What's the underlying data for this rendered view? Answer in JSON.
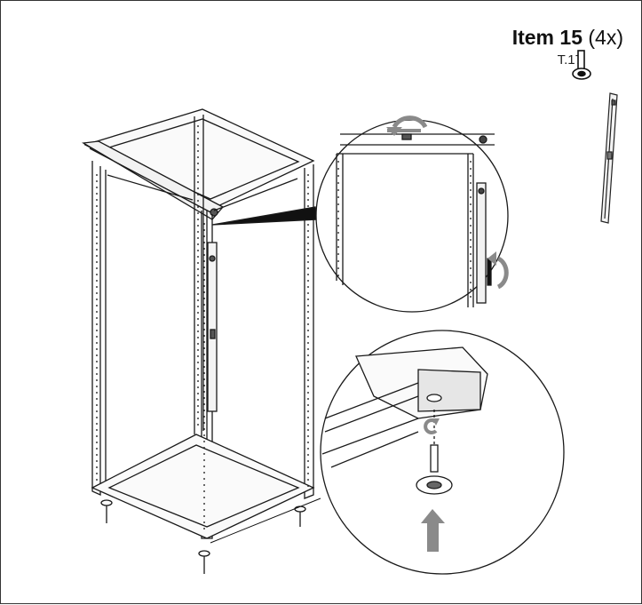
{
  "header": {
    "item_label": "Item 15",
    "item_qty": "(4x)",
    "reference": "T.17"
  },
  "icons": {
    "screw": "leveling-foot-icon",
    "part": "side-rail-part-icon",
    "rotate_top": "rotate-arrow-icon",
    "rotate_side": "rotate-arrow-icon",
    "rotate_foot": "rotate-arrow-icon",
    "up_arrow": "up-arrow-icon"
  },
  "colors": {
    "line": "#1a1a1a",
    "arrow": "#8a8a8a",
    "panel": "#e6e6e6"
  }
}
